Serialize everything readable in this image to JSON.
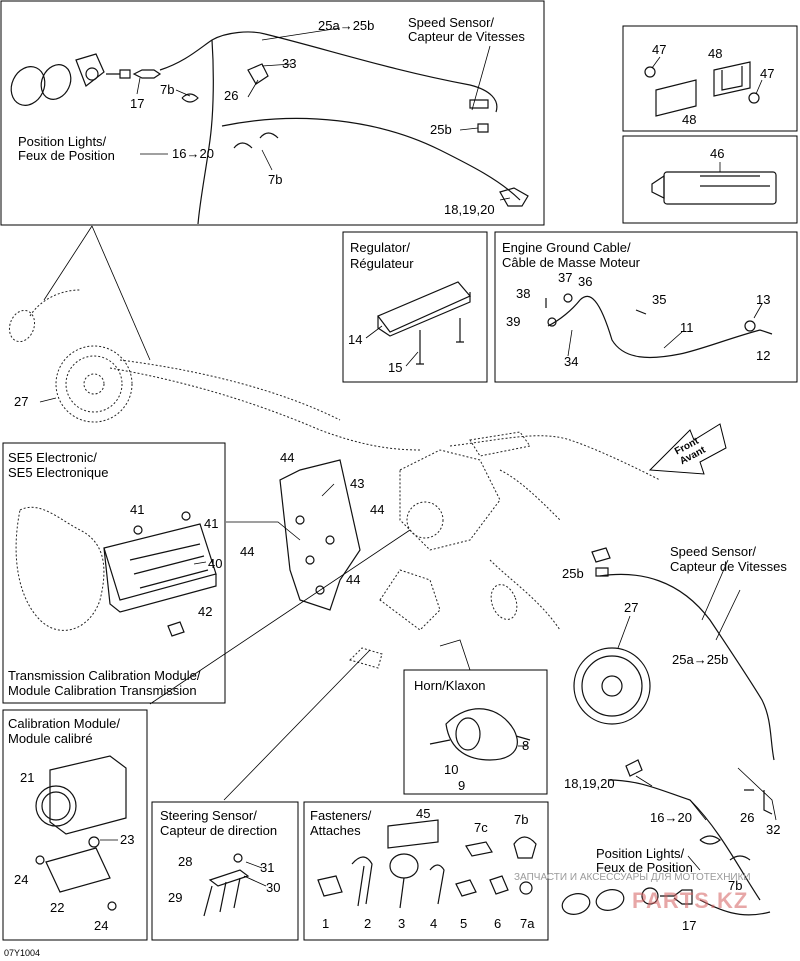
{
  "diagram_code": "07Y1004",
  "sections": {
    "speed_sensor_top": "Speed Sensor/\nCapteur de Vitesses",
    "position_lights_top": "Position Lights/\nFeux de Position",
    "regulator": "Regulator/\nRégulateur",
    "engine_ground": "Engine Ground Cable/\nCâble de Masse Moteur",
    "se5": "SE5 Electronic/\nSE5 Electronique",
    "tcm": "Transmission Calibration Module/\nModule Calibration Transmission",
    "calibration": "Calibration Module/\nModule calibré",
    "steering": "Steering Sensor/\nCapteur de direction",
    "fasteners": "Fasteners/\nAttaches",
    "horn": "Horn/Klaxon",
    "speed_sensor_right": "Speed Sensor/\nCapteur de Vitesses",
    "position_lights_bottom": "Position Lights/\nFeux de Position",
    "front": "Front\nAvant"
  },
  "callouts": [
    {
      "id": "c1",
      "text": "25a→25b"
    },
    {
      "id": "c2",
      "text": "33"
    },
    {
      "id": "c3",
      "text": "17"
    },
    {
      "id": "c4",
      "text": "7b"
    },
    {
      "id": "c5",
      "text": "26"
    },
    {
      "id": "c6",
      "text": "25b"
    },
    {
      "id": "c7",
      "text": "16→20"
    },
    {
      "id": "c8",
      "text": "7b"
    },
    {
      "id": "c9",
      "text": "18,19,20"
    },
    {
      "id": "c10",
      "text": "47"
    },
    {
      "id": "c11",
      "text": "48"
    },
    {
      "id": "c12",
      "text": "47"
    },
    {
      "id": "c13",
      "text": "48"
    },
    {
      "id": "c14",
      "text": "46"
    },
    {
      "id": "c15",
      "text": "14"
    },
    {
      "id": "c16",
      "text": "15"
    },
    {
      "id": "c17",
      "text": "37"
    },
    {
      "id": "c18",
      "text": "36"
    },
    {
      "id": "c19",
      "text": "38"
    },
    {
      "id": "c20",
      "text": "35"
    },
    {
      "id": "c21",
      "text": "13"
    },
    {
      "id": "c22",
      "text": "39"
    },
    {
      "id": "c23",
      "text": "11"
    },
    {
      "id": "c24",
      "text": "34"
    },
    {
      "id": "c25",
      "text": "12"
    },
    {
      "id": "c26",
      "text": "27"
    },
    {
      "id": "c27",
      "text": "44"
    },
    {
      "id": "c28",
      "text": "43"
    },
    {
      "id": "c29",
      "text": "44"
    },
    {
      "id": "c30",
      "text": "44"
    },
    {
      "id": "c31",
      "text": "44"
    },
    {
      "id": "c32",
      "text": "41"
    },
    {
      "id": "c33",
      "text": "41"
    },
    {
      "id": "c34",
      "text": "40"
    },
    {
      "id": "c35",
      "text": "42"
    },
    {
      "id": "c36",
      "text": "25b"
    },
    {
      "id": "c37",
      "text": "27"
    },
    {
      "id": "c38",
      "text": "25a→25b"
    },
    {
      "id": "c39",
      "text": "8"
    },
    {
      "id": "c40",
      "text": "10"
    },
    {
      "id": "c41",
      "text": "9"
    },
    {
      "id": "c42",
      "text": "18,19,20"
    },
    {
      "id": "c43",
      "text": "16→20"
    },
    {
      "id": "c44",
      "text": "26"
    },
    {
      "id": "c45",
      "text": "32"
    },
    {
      "id": "c46",
      "text": "7b"
    },
    {
      "id": "c47",
      "text": "17"
    },
    {
      "id": "c48",
      "text": "21"
    },
    {
      "id": "c49",
      "text": "23"
    },
    {
      "id": "c50",
      "text": "24"
    },
    {
      "id": "c51",
      "text": "22"
    },
    {
      "id": "c52",
      "text": "24"
    },
    {
      "id": "c53",
      "text": "28"
    },
    {
      "id": "c54",
      "text": "31"
    },
    {
      "id": "c55",
      "text": "30"
    },
    {
      "id": "c56",
      "text": "29"
    },
    {
      "id": "c57",
      "text": "45"
    },
    {
      "id": "c58",
      "text": "7c"
    },
    {
      "id": "c59",
      "text": "7b"
    },
    {
      "id": "c60",
      "text": "1"
    },
    {
      "id": "c61",
      "text": "2"
    },
    {
      "id": "c62",
      "text": "3"
    },
    {
      "id": "c63",
      "text": "4"
    },
    {
      "id": "c64",
      "text": "5"
    },
    {
      "id": "c65",
      "text": "6"
    },
    {
      "id": "c66",
      "text": "7a"
    }
  ],
  "watermark": {
    "line": "ЗАПЧАСТИ И АКСЕССУАРЫ ДЛЯ МОТОТЕХНИКИ",
    "brand": "PARTS.KZ"
  }
}
